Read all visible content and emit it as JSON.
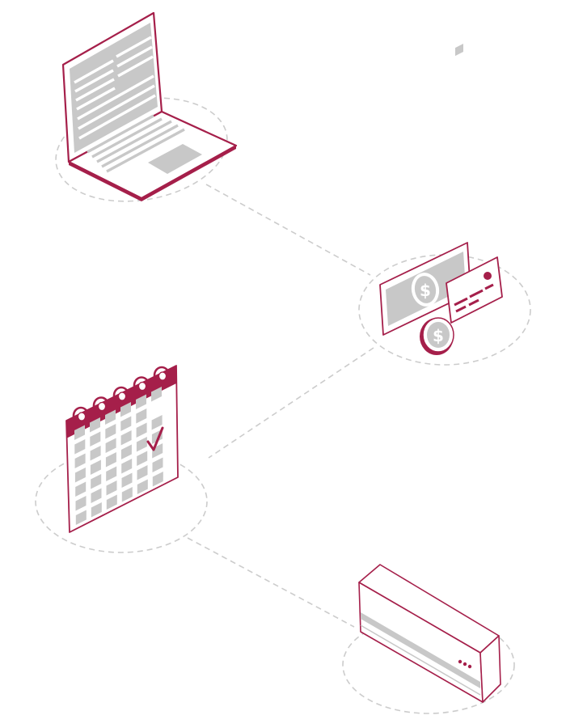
{
  "colors": {
    "accent": "#a51f4a",
    "gray": "#c8c8c8",
    "dashed": "#cccccc",
    "background": "#ffffff"
  },
  "diagram": {
    "nodes": [
      {
        "id": "laptop",
        "icon": "laptop-icon"
      },
      {
        "id": "payment",
        "icon": "payment-icon"
      },
      {
        "id": "calendar",
        "icon": "calendar-icon"
      },
      {
        "id": "air-conditioner",
        "icon": "air-conditioner-icon"
      }
    ],
    "edges": [
      {
        "from": "laptop",
        "to": "payment"
      },
      {
        "from": "payment",
        "to": "calendar"
      },
      {
        "from": "calendar",
        "to": "air-conditioner"
      }
    ]
  }
}
